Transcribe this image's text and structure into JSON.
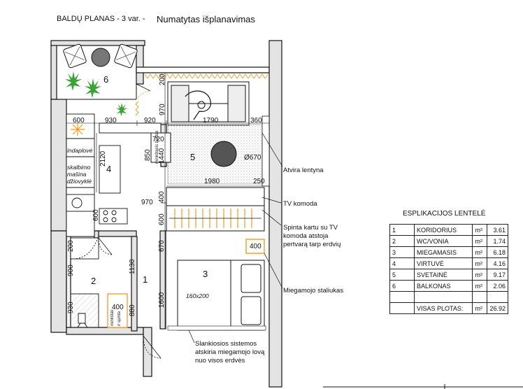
{
  "header": {
    "sheet_title": "BALDŲ PLANAS - 3 var.  -",
    "plan_title": "Numatytas išplanavimas"
  },
  "rooms": {
    "r1": "1",
    "r2": "2",
    "r3": "3",
    "r4": "4",
    "r5": "5",
    "r6": "6"
  },
  "dimensions": {
    "d600a": "600",
    "d930a": "930",
    "d920": "920",
    "d1790": "1790",
    "d360": "360",
    "d970a": "970",
    "d200a": "200",
    "d720": "720",
    "d850": "850",
    "d1440": "1440",
    "d2120": "2120",
    "d1980": "1980",
    "d250": "250",
    "d970b": "970",
    "d400a": "400",
    "d600b": "600",
    "d600c": "600",
    "d670a": "670",
    "d400b": "400",
    "d200b": "200",
    "d900": "900",
    "d1130": "1130",
    "d930b": "930",
    "d400c": "400",
    "d880": "880",
    "d1600": "1600",
    "d670b": "Ø670"
  },
  "fixtures": {
    "dishwasher": "indaplovė",
    "washer_line1": "skalbimo",
    "washer_line2": "mašina",
    "washer_line3": "džiovyklė",
    "bed_size": "160x200",
    "wall_niche": "minkštasis baldas",
    "shoe_rack_line1": "minkštas",
    "shoe_rack_line2": "ir spinta"
  },
  "callouts": {
    "open_shelf": "Atvira lentyna",
    "tv_dresser": "TV komoda",
    "wardrobe_line1": "Spinta kartu su TV",
    "wardrobe_line2": "komoda atstoja",
    "wardrobe_line3": "pertvarą tarp erdvių",
    "nightstand": "Miegamojo staliukas",
    "sliding_line1": "Slankiosios sistemos",
    "sliding_line2": "atskiria miegamojo lovą",
    "sliding_line3": "nuo visos erdvės"
  },
  "explication": {
    "title": "ESPLIKACIJOS LENTELĖ",
    "unit": "m²",
    "rows": [
      {
        "no": "1",
        "name": "KORIDORIUS",
        "area": "3.61"
      },
      {
        "no": "2",
        "name": "WC/VONIA",
        "area": "1.74"
      },
      {
        "no": "3",
        "name": "MIEGAMASIS",
        "area": "6.18"
      },
      {
        "no": "4",
        "name": "VIRTUVĖ",
        "area": "4.16"
      },
      {
        "no": "5",
        "name": "SVETAINĖ",
        "area": "9.17"
      },
      {
        "no": "6",
        "name": "BALKONAS",
        "area": "2.06"
      }
    ],
    "total_label": "VISAS PLOTAS:",
    "total_value": "26.92"
  },
  "colors": {
    "wall": "#111111",
    "wall_fill": "#e6e6e6",
    "accent_orange": "#f39a1e",
    "plant_green": "#3aa335",
    "furniture_gray": "#9a9a9a",
    "rug_dots": "#bdbdbd"
  }
}
